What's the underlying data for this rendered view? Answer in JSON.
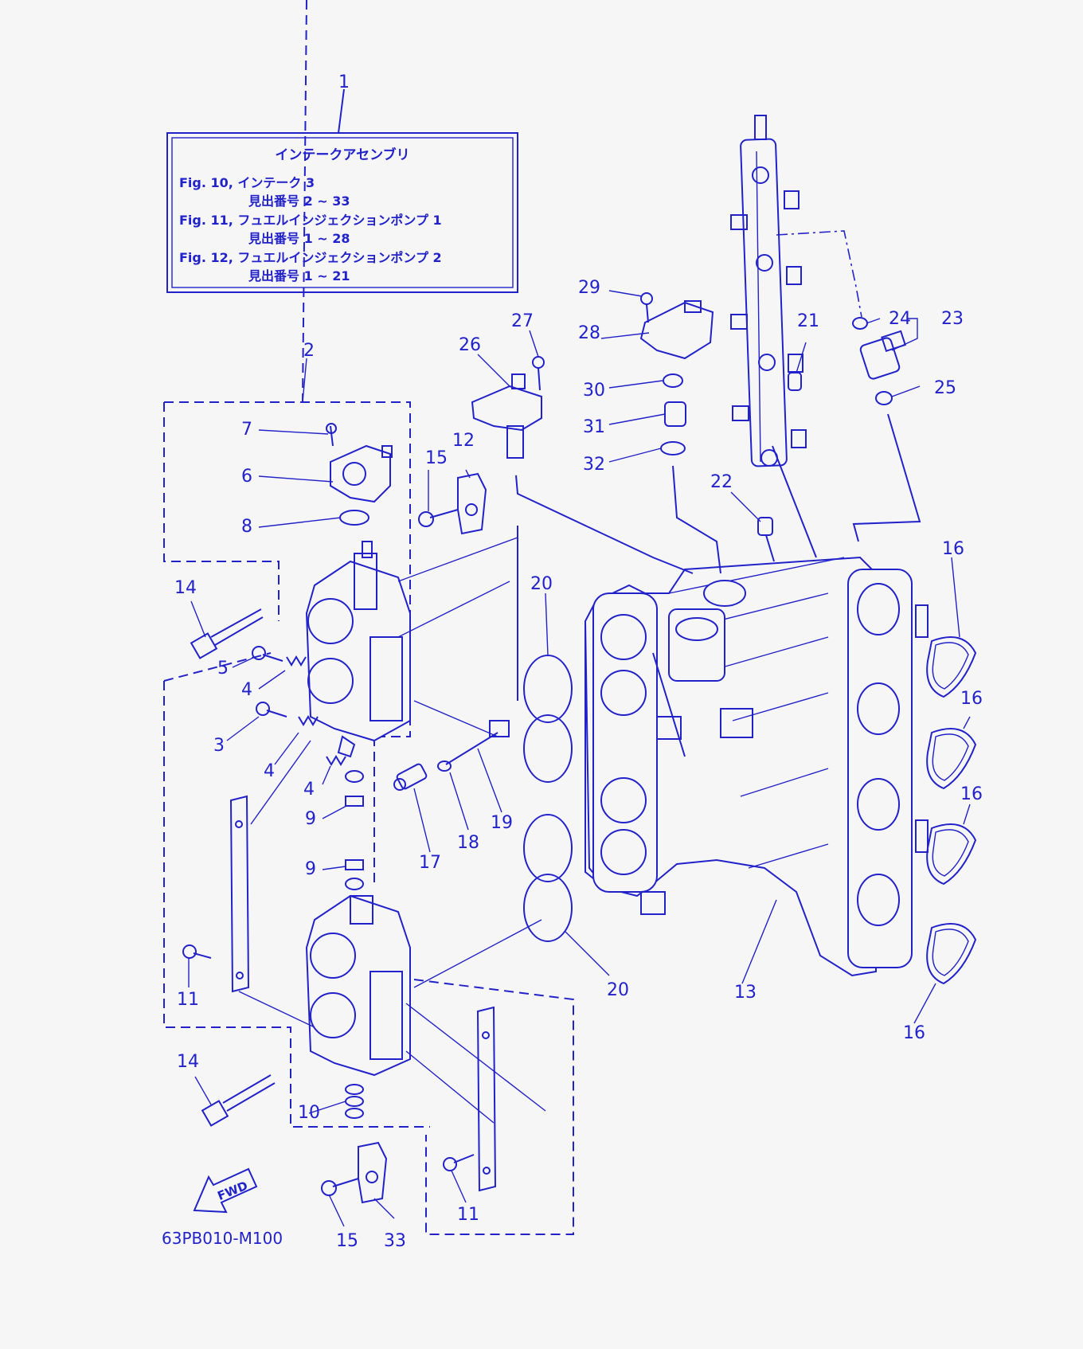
{
  "legend": {
    "title": "インテークアセンブリ",
    "lines": [
      "Fig. 10, インテーク 3",
      "見出番号 2 ~ 33",
      "Fig. 11, フュエルインジェクションポンプ 1",
      "見出番号 1 ~ 28",
      "Fig. 12, フュエルインジェクションポンプ 2",
      "見出番号 1 ~ 21"
    ]
  },
  "callouts": {
    "c1": "1",
    "c2": "2",
    "c3": "3",
    "c4a": "4",
    "c4b": "4",
    "c4c": "4",
    "c5": "5",
    "c6": "6",
    "c7": "7",
    "c8": "8",
    "c9a": "9",
    "c9b": "9",
    "c10": "10",
    "c11a": "11",
    "c11b": "11",
    "c12": "12",
    "c13": "13",
    "c14a": "14",
    "c14b": "14",
    "c15a": "15",
    "c15b": "15",
    "c16a": "16",
    "c16b": "16",
    "c16c": "16",
    "c16d": "16",
    "c17": "17",
    "c18": "18",
    "c19": "19",
    "c20a": "20",
    "c20b": "20",
    "c21": "21",
    "c22": "22",
    "c23": "23",
    "c24": "24",
    "c25": "25",
    "c26": "26",
    "c27": "27",
    "c28": "28",
    "c29": "29",
    "c30": "30",
    "c31": "31",
    "c32": "32",
    "c33": "33"
  },
  "fwd_label": "FWD",
  "drawing_code": "63PB010-M100",
  "colors": {
    "ink": "#2222cc",
    "paper": "#f6f6f6"
  }
}
